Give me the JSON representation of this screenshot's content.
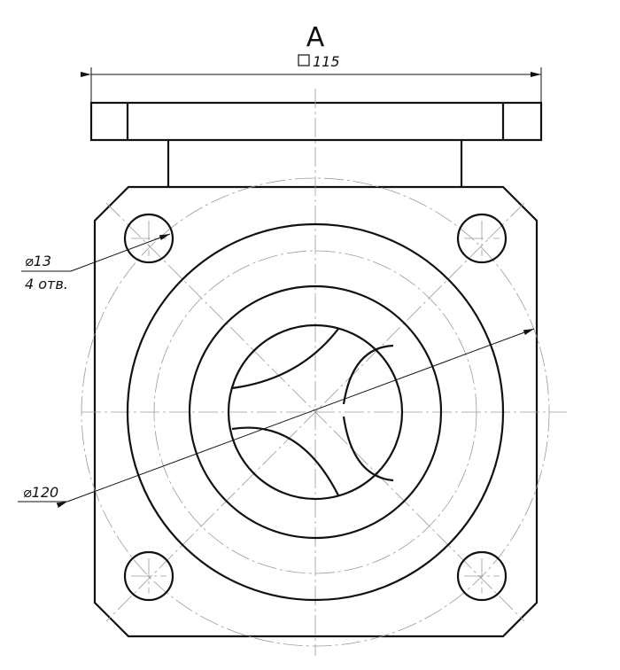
{
  "drawing": {
    "view_label": "A",
    "top_dimension": {
      "symbol": "□",
      "value": "115"
    },
    "hole_callout": {
      "diameter": "⌀13",
      "note": "4 отв."
    },
    "pcd_callout": {
      "diameter": "⌀120"
    }
  },
  "colors": {
    "line": "#111111",
    "centerline": "#9a9a9a",
    "background": "#ffffff"
  }
}
